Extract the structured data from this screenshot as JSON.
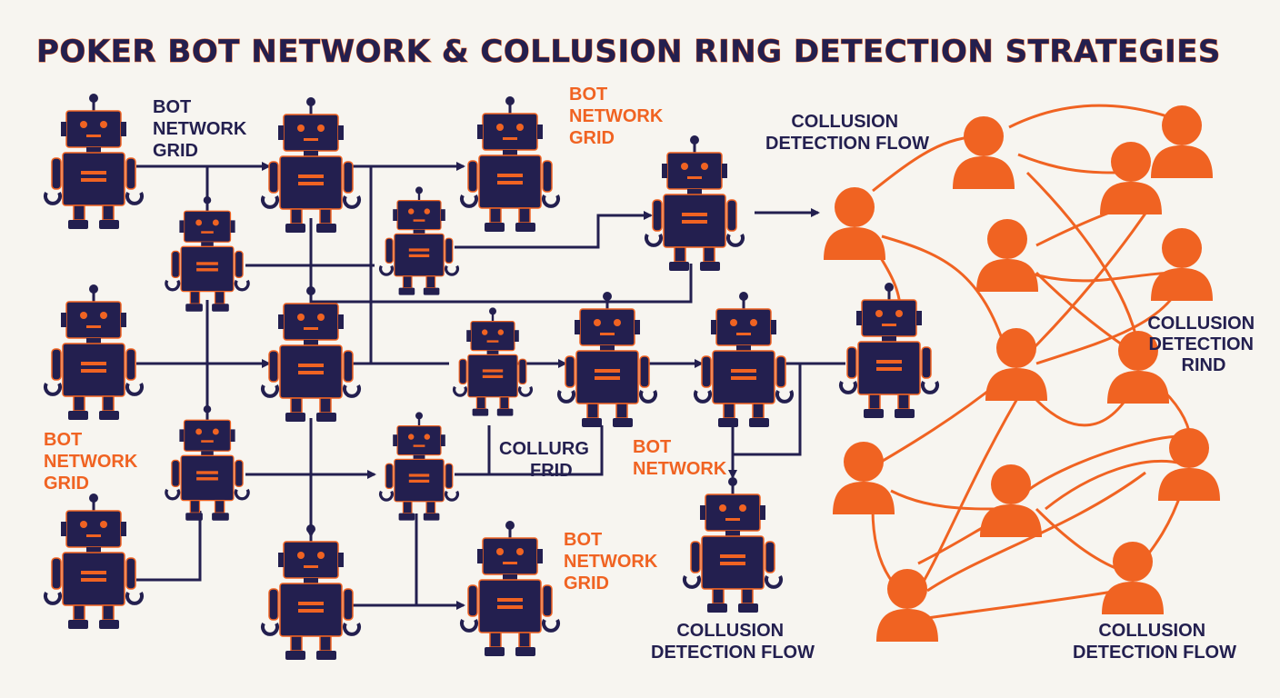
{
  "title": "POKER BOT NETWORK & COLLUSION RING DETECTION STRATEGIES",
  "colors": {
    "navy": "#231f4f",
    "orange": "#f06322",
    "background": "#f7f5f0"
  },
  "labels": {
    "bot_network_grid_top": [
      "BOT",
      "NETWORK",
      "GRID"
    ],
    "bot_network_grid_top_orange": [
      "BOT",
      "NETWORK",
      "GRID"
    ],
    "bot_network_grid_left": [
      "BOT",
      "NETWORK",
      "GRID"
    ],
    "bot_network_grid_bottom": [
      "BOT",
      "NETWORK",
      "GRID"
    ],
    "bot_network_mid": [
      "BOT",
      "NETWORK"
    ],
    "collurg_frid": [
      "COLLURG",
      "FRID"
    ],
    "collusion_flow_top": [
      "COLLUSION",
      "DETECTION FLOW"
    ],
    "collusion_rind": [
      "COLLUSION",
      "DETECTION",
      "RIND"
    ],
    "collusion_flow_bottom_mid": [
      "COLLUSION",
      "DETECTION FLOW"
    ],
    "collusion_flow_bottom_right": [
      "COLLUSION",
      "DETECTION FLOW"
    ]
  },
  "icons": {
    "robot": "robot-icon",
    "player": "person-icon",
    "arrow": "arrow-icon"
  }
}
